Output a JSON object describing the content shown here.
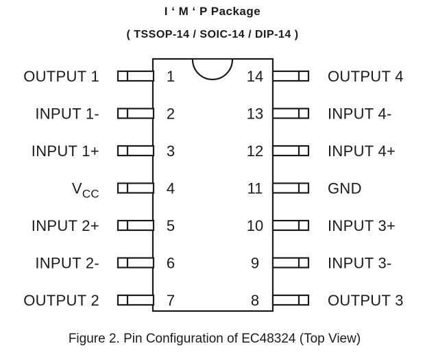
{
  "header": {
    "title": "I ‘ M ‘ P Package",
    "subtitle": "( TSSOP-14 / SOIC-14 / DIP-14 )"
  },
  "pins": {
    "left": [
      {
        "number": "1",
        "label": "OUTPUT 1"
      },
      {
        "number": "2",
        "label": "INPUT 1-"
      },
      {
        "number": "3",
        "label": "INPUT 1+"
      },
      {
        "number": "4",
        "label": "V",
        "label_sub": "CC"
      },
      {
        "number": "5",
        "label": "INPUT 2+"
      },
      {
        "number": "6",
        "label": "INPUT 2-"
      },
      {
        "number": "7",
        "label": "OUTPUT 2"
      }
    ],
    "right": [
      {
        "number": "14",
        "label": "OUTPUT 4"
      },
      {
        "number": "13",
        "label": "INPUT 4-"
      },
      {
        "number": "12",
        "label": "INPUT 4+"
      },
      {
        "number": "11",
        "label": "GND"
      },
      {
        "number": "10",
        "label": "INPUT 3+"
      },
      {
        "number": "9",
        "label": "INPUT 3-"
      },
      {
        "number": "8",
        "label": "OUTPUT 3"
      }
    ]
  },
  "caption": "Figure 2. Pin Configuration of EC48324 (Top View)"
}
